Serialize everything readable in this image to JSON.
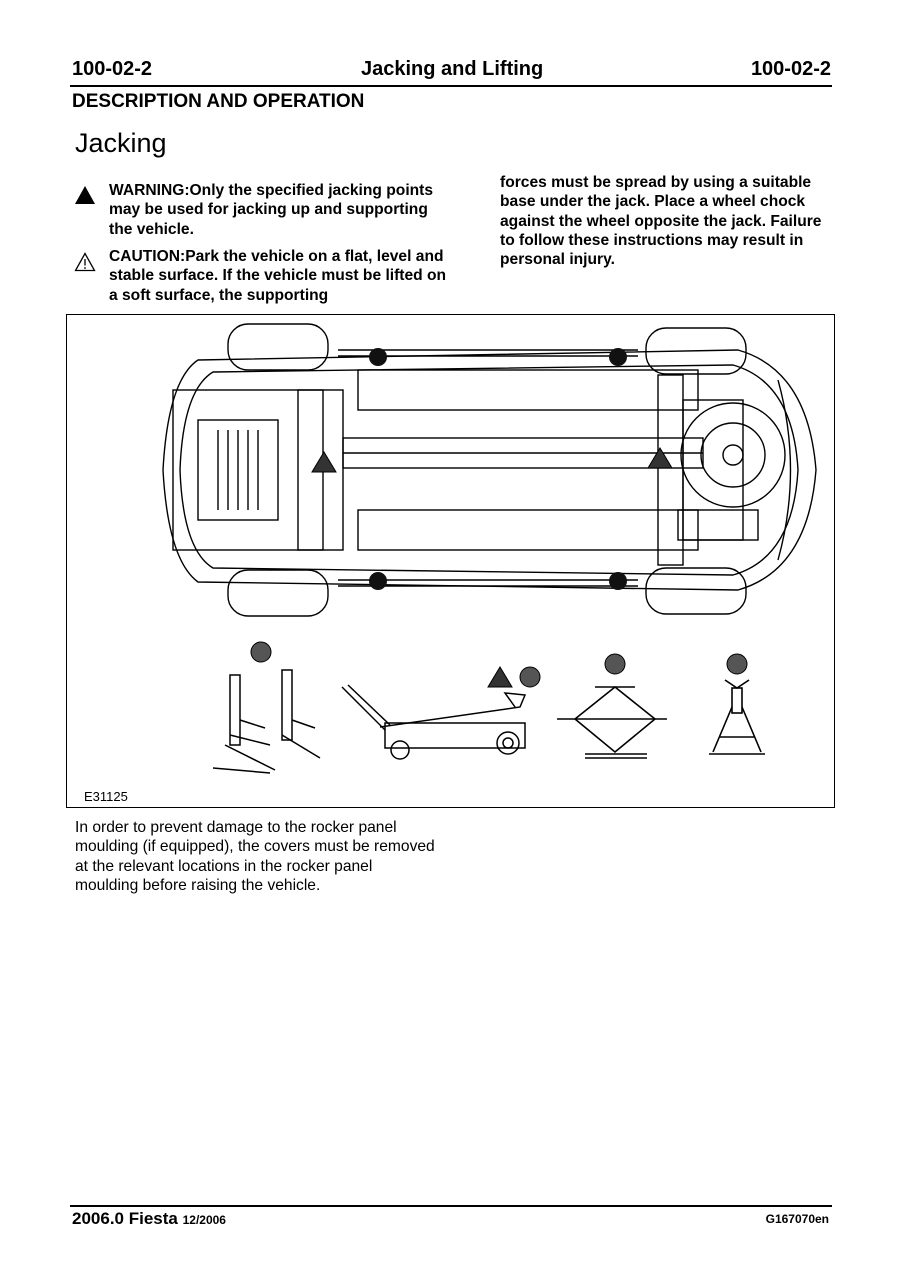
{
  "header": {
    "page_left": "100-02-2",
    "title": "Jacking and Lifting",
    "page_right": "100-02-2"
  },
  "section_title": "DESCRIPTION AND OPERATION",
  "heading": "Jacking",
  "warning": {
    "icon": "warning-filled-triangle-icon",
    "text": "WARNING:Only the specified jacking points may be used for jacking up and supporting the vehicle."
  },
  "caution": {
    "icon": "caution-outline-triangle-icon",
    "text": "CAUTION:Park the vehicle on a flat, level and stable surface. If the vehicle must be lifted on a soft surface, the supporting"
  },
  "caution_continued": "forces must be spread by using a suitable base under the jack. Place a wheel chock against the wheel opposite the jack. Failure to follow these instructions may result in personal injury.",
  "figure": {
    "id": "E31125",
    "description_icons": [
      "vehicle-underbody-illustration",
      "two-post-lift-icon",
      "trolley-jack-icon",
      "scissor-jack-icon",
      "axle-stand-icon"
    ]
  },
  "body_text": "In order to prevent damage to the rocker panel moulding (if equipped), the covers must be removed at the relevant locations in the rocker panel moulding before raising the vehicle.",
  "footer": {
    "model": "2006.0 Fiesta",
    "date": "12/2006",
    "doc_code": "G167070en"
  }
}
